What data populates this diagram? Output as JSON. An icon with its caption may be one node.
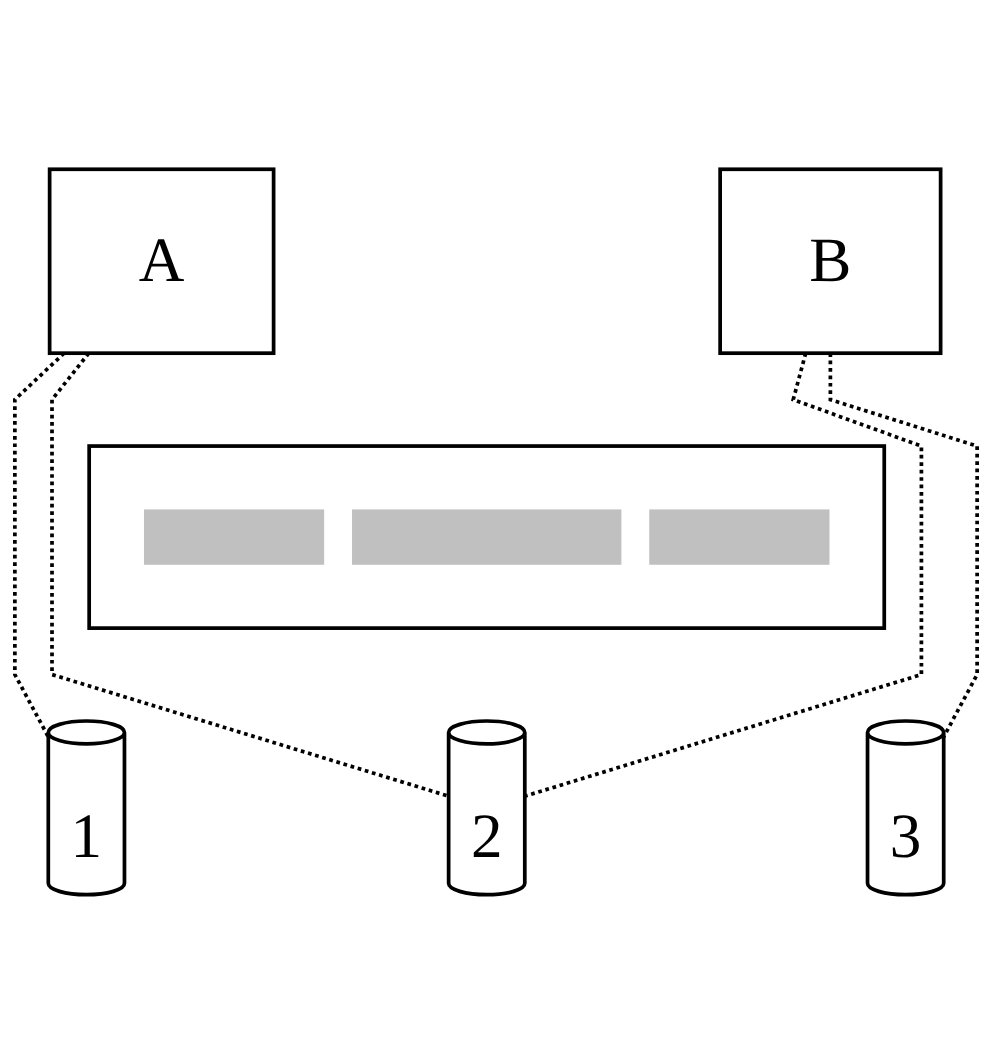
{
  "diagram": {
    "nodes": [
      {
        "text": [
          "A"
        ]
      },
      {
        "text": [
          "B"
        ]
      },
      {
        "text": [],
        "shape": "box"
      },
      {
        "text": [],
        "shape": "bar",
        "in": 2
      },
      {
        "text": [],
        "shape": "bar",
        "in": 2
      },
      {
        "text": [],
        "shape": "bar",
        "in": 2
      },
      {
        "text": [
          "1"
        ]
      },
      {
        "text": [
          "2"
        ]
      },
      {
        "text": [
          "3"
        ]
      }
    ],
    "edges": [
      {
        "from": 0,
        "to": 6,
        "arrow": "none",
        "style": "dashed"
      },
      {
        "from": 0,
        "to": 7,
        "arrow": "none",
        "style": "dashed"
      },
      {
        "from": 1,
        "to": 7,
        "arrow": "none",
        "style": "dashed"
      },
      {
        "from": 1,
        "to": 8,
        "arrow": "none",
        "style": "dashed"
      }
    ]
  }
}
